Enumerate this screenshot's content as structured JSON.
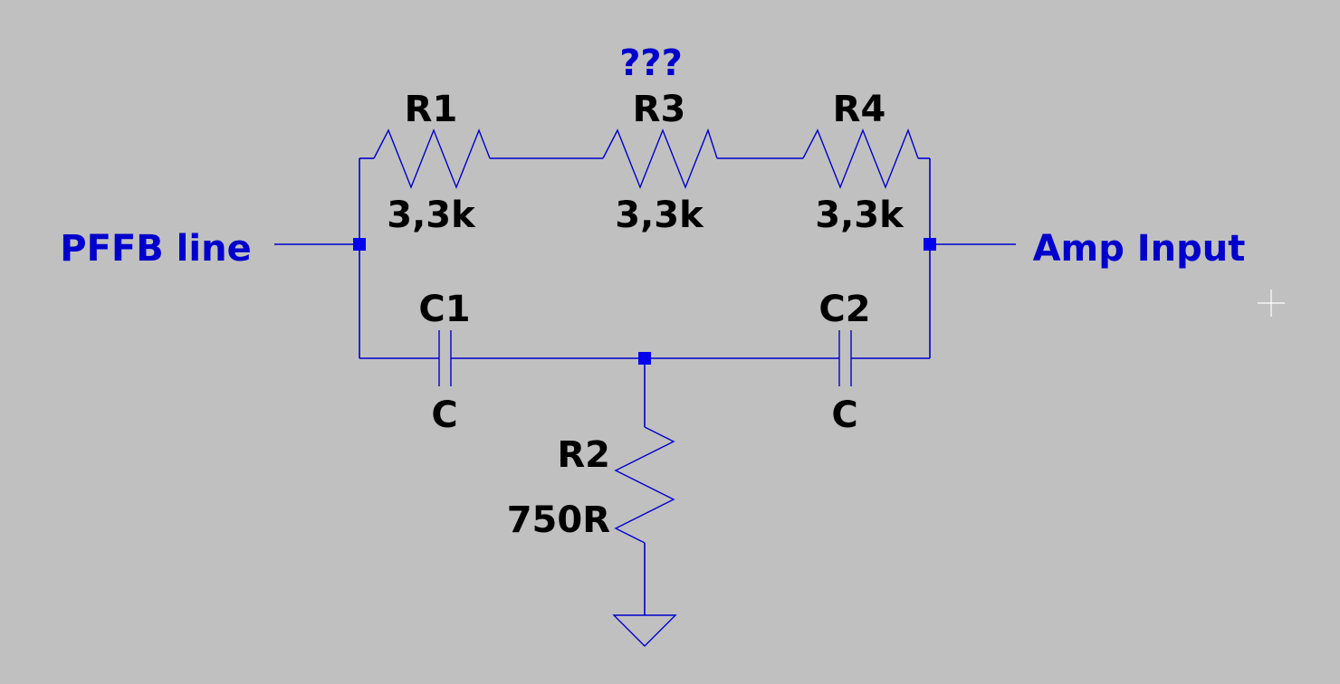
{
  "net_labels": {
    "left": "PFFB line",
    "right": "Amp Input"
  },
  "annotation": "???",
  "components": {
    "R1": {
      "name": "R1",
      "value": "3,3k"
    },
    "R3": {
      "name": "R3",
      "value": "3,3k"
    },
    "R4": {
      "name": "R4",
      "value": "3,3k"
    },
    "C1": {
      "name": "C1",
      "value": "C"
    },
    "C2": {
      "name": "C2",
      "value": "C"
    },
    "R2": {
      "name": "R2",
      "value": "750R"
    }
  },
  "colors": {
    "background": "#c0c0c0",
    "wire": "#0000cc",
    "component_text": "#000000",
    "net_label_text": "#0000cc"
  },
  "icons": {
    "ground": "ground-symbol-icon",
    "cursor": "crosshair-cursor-icon"
  }
}
